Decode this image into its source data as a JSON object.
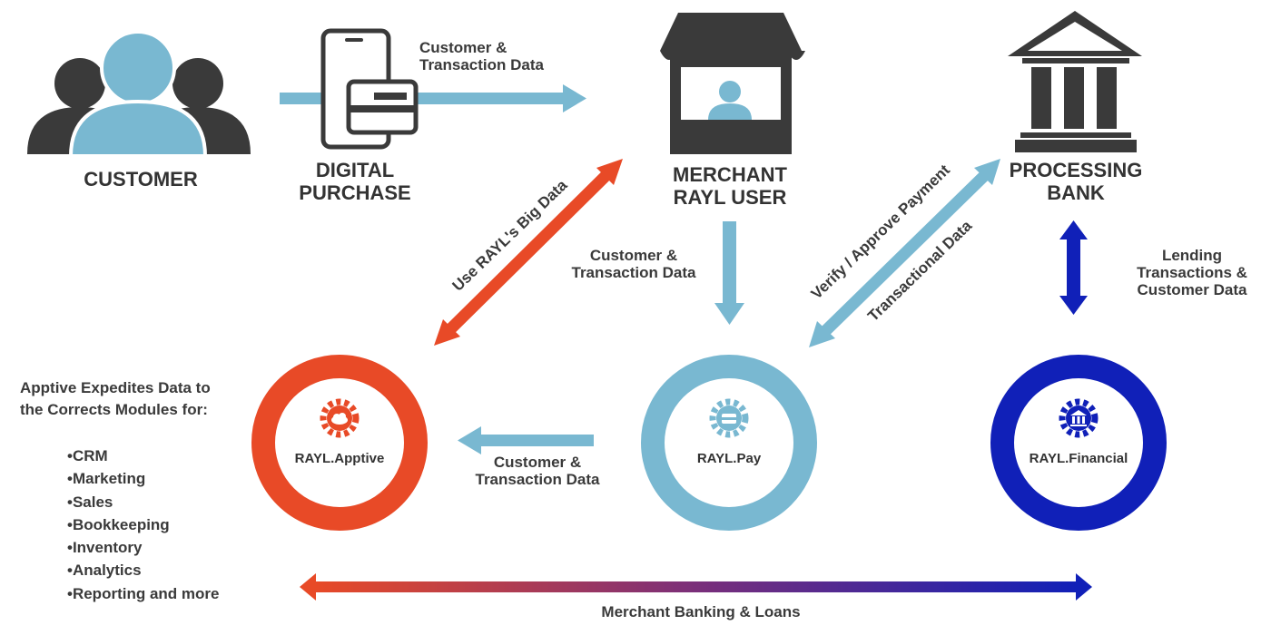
{
  "nodes": {
    "customer": "CUSTOMER",
    "digital_purchase": [
      "DIGITAL",
      "PURCHASE"
    ],
    "merchant": [
      "MERCHANT",
      "RAYL USER"
    ],
    "bank": [
      "PROCESSING",
      "BANK"
    ]
  },
  "modules": {
    "apptive": "RAYL.Apptive",
    "pay": "RAYL.Pay",
    "financial": "RAYL.Financial"
  },
  "flows": {
    "purchase_to_merchant": [
      "Customer &",
      "Transaction Data"
    ],
    "merchant_to_pay": [
      "Customer &",
      "Transaction Data"
    ],
    "pay_to_apptive": [
      "Customer &",
      "Transaction Data"
    ],
    "big_data": "Use RAYL's Big Data",
    "verify": "Verify / Approve Payment",
    "transactional": "Transactional Data",
    "lending": [
      "Lending",
      "Transactions &",
      "Customer Data"
    ],
    "banking": "Merchant Banking & Loans"
  },
  "apptive_info": {
    "heading": [
      "Apptive Expedites Data to",
      "the Corrects Modules for:"
    ],
    "items": [
      "CRM",
      "Marketing",
      "Sales",
      "Bookkeeping",
      "Inventory",
      "Analytics",
      "Reporting and more"
    ]
  },
  "colors": {
    "red": "#e84a27",
    "light_blue": "#79b8d1",
    "dark_blue": "#1020b8",
    "dark_gray": "#3a3a3a"
  },
  "icons": [
    "customer-group-icon",
    "smartphone-card-icon",
    "store-icon",
    "bank-icon",
    "cloud-gear-icon",
    "payment-gear-icon",
    "bank-gear-icon"
  ]
}
